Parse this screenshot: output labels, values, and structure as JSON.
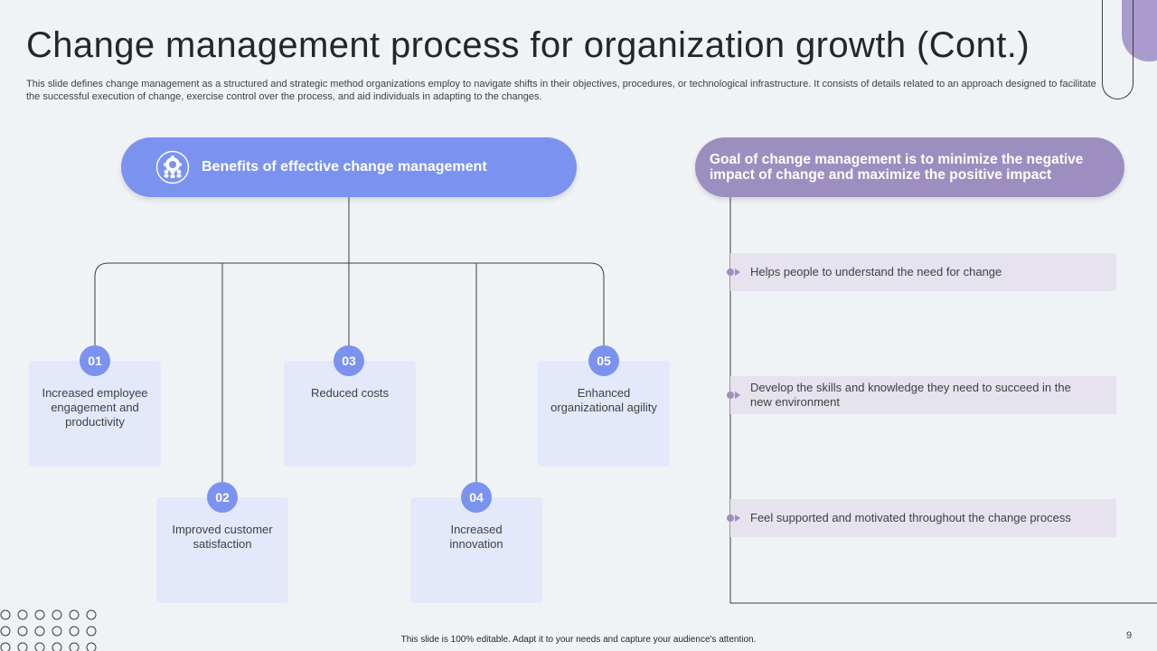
{
  "slide": {
    "title": "Change management process for organization growth (Cont.)",
    "subtitle": "This slide defines change management as a structured and strategic method organizations employ to navigate shifts in their objectives, procedures, or technological infrastructure. It consists of details related to an approach designed to facilitate the successful execution of change, exercise control over the process, and aid individuals in adapting to the changes.",
    "footer_note": "This slide is 100% editable. Adapt it to your needs and capture your audience's attention.",
    "page_number": "9"
  },
  "benefits": {
    "heading": "Benefits of effective change management",
    "icon": "gear-people-icon",
    "items": [
      {
        "number": "01",
        "label": "Increased employee engagement and productivity"
      },
      {
        "number": "02",
        "label": "Improved customer satisfaction"
      },
      {
        "number": "03",
        "label": "Reduced costs"
      },
      {
        "number": "04",
        "label": "Increased innovation"
      },
      {
        "number": "05",
        "label": "Enhanced organizational agility"
      }
    ]
  },
  "goal": {
    "heading": "Goal of change management is to minimize the negative impact of change and maximize the positive impact",
    "items": [
      {
        "text": "Helps people to understand the need for change"
      },
      {
        "text": "Develop the skills and knowledge they need to succeed in the new environment"
      },
      {
        "text": "Feel supported and motivated throughout the change process"
      }
    ]
  },
  "colors": {
    "background": "#eff3f5",
    "blue_accent": "#7b93ef",
    "purple_accent": "#9d8ec0",
    "box_fill": "#e3e8fb",
    "goal_bar_fill": "#e6e3ef"
  }
}
